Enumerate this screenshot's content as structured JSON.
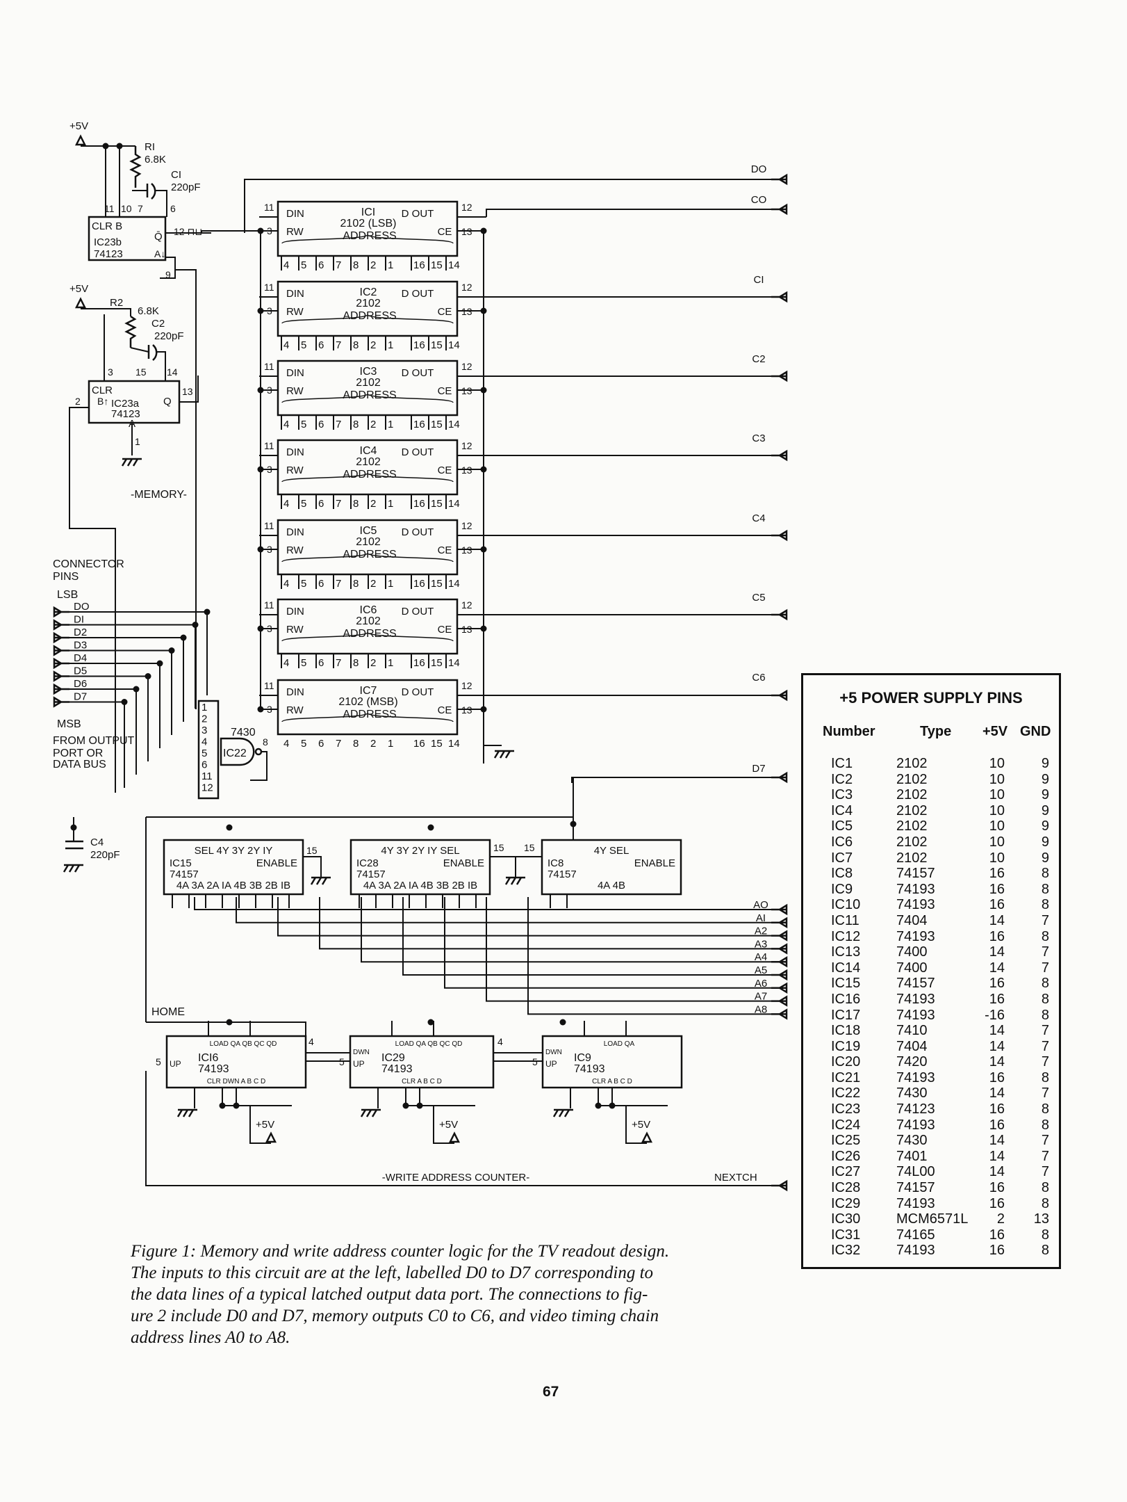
{
  "labels": {
    "plus5v": "+5V",
    "r1": "RI",
    "r1_val": "6.8K",
    "c1": "CI",
    "c1_val": "220pF",
    "r2": "R2",
    "r2_val": "6.8K",
    "c2": "C2",
    "c2_val": "220pF",
    "c4": "C4",
    "c4_val": "220pF",
    "clr_b": "CLR B",
    "ic23b": "IC23b",
    "ic23b_type": "74123",
    "q_bar": "Q̄",
    "a_in": "A↓",
    "pulse": "12 ⊓⊔",
    "clr": "CLR",
    "ic23a": "IC23a",
    "ic23a_b": "B↑",
    "ic23a_type": "74123",
    "ic23a_q": "Q",
    "ic23a_a": "A",
    "memory_label": "-MEMORY-",
    "connector_pins": "CONNECTOR",
    "connector_pins2": "PINS",
    "lsb": "LSB",
    "msb": "MSB",
    "from_output": "FROM OUTPUT",
    "port_or": "PORT OR",
    "data_bus": "DATA BUS",
    "nand_type": "7430",
    "nand_name": "IC22",
    "home": "HOME",
    "wac": "-WRITE ADDRESS COUNTER-",
    "nextch": "NEXTCH",
    "gnd_symbol": "⏚"
  },
  "data_inputs": [
    "DO",
    "DI",
    "D2",
    "D3",
    "D4",
    "D5",
    "D6",
    "D7"
  ],
  "memory_chips": [
    {
      "name": "ICI",
      "type": "2102 (LSB)",
      "addr": "ADDRESS"
    },
    {
      "name": "IC2",
      "type": "2102",
      "addr": "ADDRESS"
    },
    {
      "name": "IC3",
      "type": "2102",
      "addr": "ADDRESS"
    },
    {
      "name": "IC4",
      "type": "2102",
      "addr": "ADDRESS"
    },
    {
      "name": "IC5",
      "type": "2102",
      "addr": "ADDRESS"
    },
    {
      "name": "IC6",
      "type": "2102",
      "addr": "ADDRESS"
    },
    {
      "name": "IC7",
      "type": "2102 (MSB)",
      "addr": "ADDRESS"
    }
  ],
  "memory_pin_labels": {
    "din": "DIN",
    "rw": "RW",
    "dout": "D OUT",
    "ce": "CE",
    "p11": "11",
    "p3": "3",
    "p12": "12",
    "p13": "13"
  },
  "memory_addr_pins": [
    "4",
    "5",
    "6",
    "7",
    "8",
    "2",
    "1",
    "16",
    "15",
    "14"
  ],
  "right_outputs": [
    "DO",
    "CO",
    "CI",
    "C2",
    "C3",
    "C4",
    "C5",
    "C6",
    "D7"
  ],
  "address_outputs": [
    "AO",
    "AI",
    "A2",
    "A3",
    "A4",
    "A5",
    "A6",
    "A7",
    "A8"
  ],
  "selectors": [
    {
      "name": "IC15",
      "type": "74157",
      "top": "SEL 4Y 3Y 2Y IY",
      "enable": "ENABLE",
      "bottom": "4A 3A 2A IA 4B 3B 2B IB"
    },
    {
      "name": "IC28",
      "type": "74157",
      "top": "4Y 3Y 2Y IY SEL",
      "enable": "ENABLE",
      "bottom": "4A 3A 2A IA 4B 3B 2B IB"
    },
    {
      "name": "IC8",
      "type": "74157",
      "top": "4Y SEL",
      "enable": "ENABLE",
      "bottom": "4A 4B"
    }
  ],
  "counters": [
    {
      "name": "ICI6",
      "type": "74193",
      "top": "LOAD QA QB QC QD",
      "bottom": "CLR   DWN A B C D",
      "up": "UP"
    },
    {
      "name": "IC29",
      "type": "74193",
      "top": "LOAD QA QB QC QD",
      "bottom": "CLR   A B C D",
      "up": "UP",
      "dwn": "DWN"
    },
    {
      "name": "IC9",
      "type": "74193",
      "top": "LOAD QA",
      "bottom": "CLR   A B C D",
      "up": "UP",
      "dwn": "DWN"
    }
  ],
  "psu": {
    "title": "+5 POWER SUPPLY PINS",
    "headers": {
      "number": "Number",
      "type": "Type",
      "v5": "+5V",
      "gnd": "GND"
    },
    "rows": [
      {
        "n": "IC1",
        "t": "2102",
        "v": "10",
        "g": "9"
      },
      {
        "n": "IC2",
        "t": "2102",
        "v": "10",
        "g": "9"
      },
      {
        "n": "IC3",
        "t": "2102",
        "v": "10",
        "g": "9"
      },
      {
        "n": "IC4",
        "t": "2102",
        "v": "10",
        "g": "9"
      },
      {
        "n": "IC5",
        "t": "2102",
        "v": "10",
        "g": "9"
      },
      {
        "n": "IC6",
        "t": "2102",
        "v": "10",
        "g": "9"
      },
      {
        "n": "IC7",
        "t": "2102",
        "v": "10",
        "g": "9"
      },
      {
        "n": "IC8",
        "t": "74157",
        "v": "16",
        "g": "8"
      },
      {
        "n": "IC9",
        "t": "74193",
        "v": "16",
        "g": "8"
      },
      {
        "n": "IC10",
        "t": "74193",
        "v": "16",
        "g": "8"
      },
      {
        "n": "IC11",
        "t": "7404",
        "v": "14",
        "g": "7"
      },
      {
        "n": "IC12",
        "t": "74193",
        "v": "16",
        "g": "8"
      },
      {
        "n": "IC13",
        "t": "7400",
        "v": "14",
        "g": "7"
      },
      {
        "n": "IC14",
        "t": "7400",
        "v": "14",
        "g": "7"
      },
      {
        "n": "IC15",
        "t": "74157",
        "v": "16",
        "g": "8"
      },
      {
        "n": "IC16",
        "t": "74193",
        "v": "16",
        "g": "8"
      },
      {
        "n": "IC17",
        "t": "74193",
        "v": "-16",
        "g": "8"
      },
      {
        "n": "IC18",
        "t": "7410",
        "v": "14",
        "g": "7"
      },
      {
        "n": "IC19",
        "t": "7404",
        "v": "14",
        "g": "7"
      },
      {
        "n": "IC20",
        "t": "7420",
        "v": "14",
        "g": "7"
      },
      {
        "n": "IC21",
        "t": "74193",
        "v": "16",
        "g": "8"
      },
      {
        "n": "IC22",
        "t": "7430",
        "v": "14",
        "g": "7"
      },
      {
        "n": "IC23",
        "t": "74123",
        "v": "16",
        "g": "8"
      },
      {
        "n": "IC24",
        "t": "74193",
        "v": "16",
        "g": "8"
      },
      {
        "n": "IC25",
        "t": "7430",
        "v": "14",
        "g": "7"
      },
      {
        "n": "IC26",
        "t": "7401",
        "v": "14",
        "g": "7"
      },
      {
        "n": "IC27",
        "t": "74L00",
        "v": "14",
        "g": "7"
      },
      {
        "n": "IC28",
        "t": "74157",
        "v": "16",
        "g": "8"
      },
      {
        "n": "IC29",
        "t": "74193",
        "v": "16",
        "g": "8"
      },
      {
        "n": "IC30",
        "t": "MCM6571L",
        "v": "2",
        "g": "13"
      },
      {
        "n": "IC31",
        "t": "74165",
        "v": "16",
        "g": "8"
      },
      {
        "n": "IC32",
        "t": "74193",
        "v": "16",
        "g": "8"
      }
    ]
  },
  "caption": [
    "Figure 1: Memory and write address counter logic for the TV readout design.",
    "The inputs to this circuit are at the left, labelled D0 to D7 corresponding to",
    "the data lines of a typical latched output data port. The connections to fig-",
    "ure 2 include D0 and D7, memory outputs C0 to C6, and video timing chain",
    "address lines A0 to A8."
  ],
  "page_number": "67"
}
